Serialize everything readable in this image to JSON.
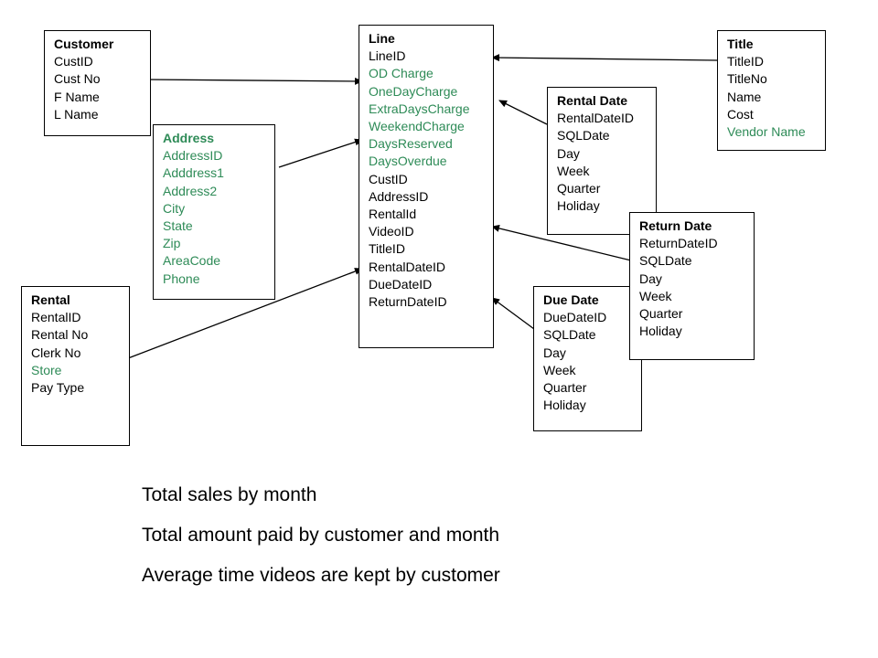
{
  "colors": {
    "border": "#000000",
    "highlight_field": "#2e8b57",
    "text": "#000000"
  },
  "entities": {
    "customer": {
      "title": "Customer",
      "fields": [
        {
          "text": "CustID",
          "color": "black"
        },
        {
          "text": "Cust No",
          "color": "black"
        },
        {
          "text": "F Name",
          "color": "black"
        },
        {
          "text": "L Name",
          "color": "black"
        }
      ]
    },
    "address": {
      "title": "Address",
      "fields": [
        {
          "text": "AddressID",
          "color": "green"
        },
        {
          "text": "Adddress1",
          "color": "green"
        },
        {
          "text": "Address2",
          "color": "green"
        },
        {
          "text": "City",
          "color": "green"
        },
        {
          "text": "State",
          "color": "green"
        },
        {
          "text": "Zip",
          "color": "green"
        },
        {
          "text": "AreaCode",
          "color": "green"
        },
        {
          "text": "Phone",
          "color": "green"
        }
      ]
    },
    "rental": {
      "title": "Rental",
      "fields": [
        {
          "text": "RentalID",
          "color": "black"
        },
        {
          "text": "Rental No",
          "color": "black"
        },
        {
          "text": "Clerk No",
          "color": "black"
        },
        {
          "text": "Store",
          "color": "green"
        },
        {
          "text": "Pay Type",
          "color": "black"
        }
      ]
    },
    "line": {
      "title": "Line",
      "fields": [
        {
          "text": "LineID",
          "color": "black"
        },
        {
          "text": "OD Charge",
          "color": "green"
        },
        {
          "text": "OneDayCharge",
          "color": "green"
        },
        {
          "text": "ExtraDaysCharge",
          "color": "green"
        },
        {
          "text": "WeekendCharge",
          "color": "green"
        },
        {
          "text": "DaysReserved",
          "color": "green"
        },
        {
          "text": "DaysOverdue",
          "color": "green"
        },
        {
          "text": "CustID",
          "color": "black"
        },
        {
          "text": "AddressID",
          "color": "black"
        },
        {
          "text": "RentalId",
          "color": "black"
        },
        {
          "text": "VideoID",
          "color": "black"
        },
        {
          "text": "TitleID",
          "color": "black"
        },
        {
          "text": "RentalDateID",
          "color": "black"
        },
        {
          "text": "DueDateID",
          "color": "black"
        },
        {
          "text": "ReturnDateID",
          "color": "black"
        }
      ]
    },
    "rental_date": {
      "title": "Rental Date",
      "fields": [
        {
          "text": "RentalDateID",
          "color": "black"
        },
        {
          "text": "SQLDate",
          "color": "black"
        },
        {
          "text": "Day",
          "color": "black"
        },
        {
          "text": "Week",
          "color": "black"
        },
        {
          "text": "Quarter",
          "color": "black"
        },
        {
          "text": "Holiday",
          "color": "black"
        }
      ]
    },
    "title": {
      "title": "Title",
      "fields": [
        {
          "text": "TitleID",
          "color": "black"
        },
        {
          "text": "TitleNo",
          "color": "black"
        },
        {
          "text": "Name",
          "color": "black"
        },
        {
          "text": "Cost",
          "color": "black"
        },
        {
          "text": "Vendor Name",
          "color": "green"
        }
      ]
    },
    "return_date": {
      "title": "Return Date",
      "fields": [
        {
          "text": "ReturnDateID",
          "color": "black"
        },
        {
          "text": "SQLDate",
          "color": "black"
        },
        {
          "text": "Day",
          "color": "black"
        },
        {
          "text": "Week",
          "color": "black"
        },
        {
          "text": "Quarter",
          "color": "black"
        },
        {
          "text": "Holiday",
          "color": "black"
        }
      ]
    },
    "due_date": {
      "title": "Due Date",
      "fields": [
        {
          "text": "DueDateID",
          "color": "black"
        },
        {
          "text": "SQLDate",
          "color": "black"
        },
        {
          "text": "Day",
          "color": "black"
        },
        {
          "text": "Week",
          "color": "black"
        },
        {
          "text": "Quarter",
          "color": "black"
        },
        {
          "text": "Holiday",
          "color": "black"
        }
      ]
    }
  },
  "notes": [
    "Total sales by month",
    "Total amount paid by customer and month",
    "Average time videos are kept by customer"
  ]
}
